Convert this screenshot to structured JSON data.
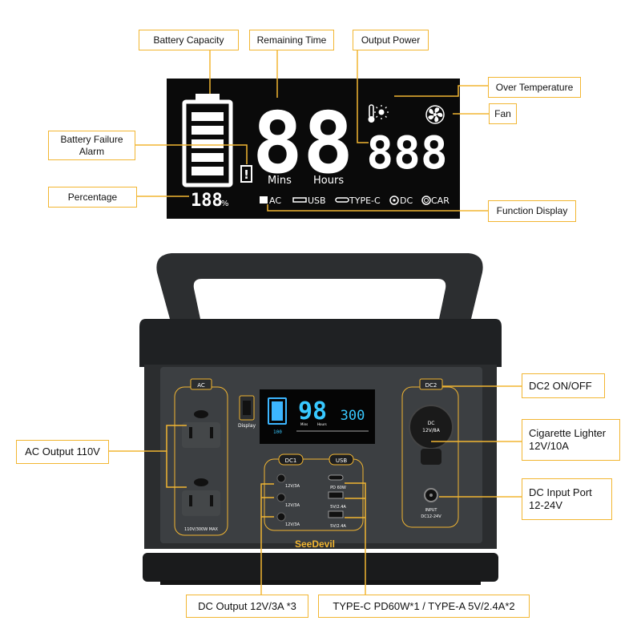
{
  "callouts": {
    "battery_capacity": "Battery Capacity",
    "remaining_time": "Remaining Time",
    "output_power": "Output Power",
    "over_temperature": "Over Temperature",
    "fan": "Fan",
    "battery_failure_alarm": "Battery Failure\nAlarm",
    "percentage": "Percentage",
    "function_display": "Function Display",
    "dc2_onoff": "DC2 ON/OFF",
    "cigarette_lighter": "Cigarette Lighter\n12V/10A",
    "ac_output": "AC Output 110V",
    "dc_input_port": "DC Input Port\n12-24V",
    "dc_output": "DC Output 12V/3A *3",
    "typec_typea": "TYPE-C PD60W*1 / TYPE-A  5V/2.4A*2"
  },
  "lcd": {
    "time_digits": "88",
    "mins_label": "Mins",
    "hours_label": "Hours",
    "power_digits": "888",
    "percent_digits": "188",
    "percent_sign": "%",
    "alarm_glyph": "!",
    "functions": {
      "ac": "AC",
      "usb": "USB",
      "typec": "TYPE-C",
      "dc": "DC",
      "car": "CAR"
    }
  },
  "device": {
    "ac_button": "AC",
    "dc2_button": "DC2",
    "display_button": "Display",
    "dc1_button": "DC1",
    "usb_button": "USB",
    "ac_rating": "110V/300W MAX",
    "dc_port_label": "12V/3A",
    "pd_label": "PD 60W",
    "usba_label": "5V/2.4A",
    "lighter_label_1": "DC",
    "lighter_label_2": "12V/8A",
    "input_label_1": "INPUT",
    "input_label_2": "DC12-24V",
    "brand": "SeeDevil",
    "mini_lcd": {
      "time": "98",
      "power": "300",
      "percent": "100",
      "mins": "Mins",
      "hours": "Hours"
    }
  },
  "colors": {
    "accent": "#f2b632",
    "lcd_background": "#0a0a0a",
    "body_dark": "#2b2d2f",
    "panel": "#3a3d40",
    "lcd_cyan": "#38c8ff",
    "battery_green": "#3cb6ff"
  }
}
